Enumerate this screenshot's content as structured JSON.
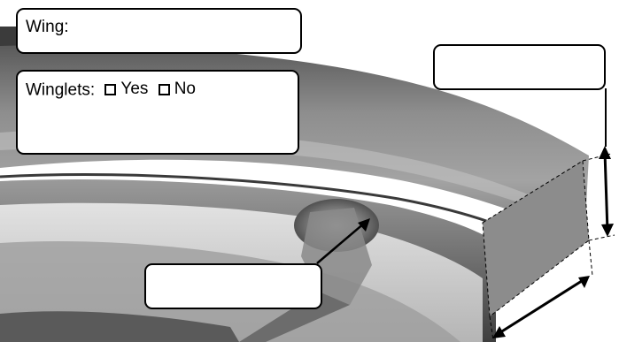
{
  "wing_box": {
    "label": "Wing:"
  },
  "winglets_box": {
    "label": "Winglets:",
    "options": [
      "Yes",
      "No"
    ]
  },
  "tip_label_box": {
    "value": ""
  },
  "root_label_box": {
    "value": ""
  },
  "colors": {
    "wing_surface": "#8f8f8f",
    "wing_dark": "#4a4a4a",
    "section_face": "#8a8a8a",
    "outline": "#000000",
    "box_fill": "#ffffff"
  }
}
